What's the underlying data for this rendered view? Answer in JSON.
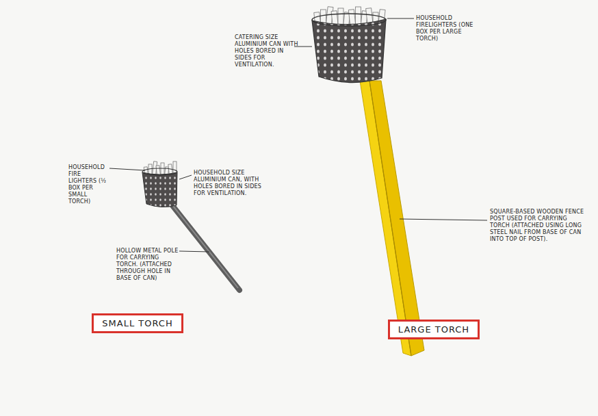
{
  "diagram": {
    "nodes": [
      {
        "text": [
          "SMALL TORCH"
        ]
      },
      {
        "text": [
          "LARGE TORCH"
        ]
      }
    ],
    "labels": [
      "HOUSEHOLD FIRE LIGHTERS (½ BOX PER SMALL TORCH)",
      "HOUSEHOLD SIZE ALUMINIUM CAN, WITH HOLES BORED IN SIDES FOR VENTILATION.",
      "HOLLOW METAL POLE FOR CARRYING TORCH. (ATTACHED THROUGH HOLE IN BASE OF CAN)",
      "CATERING SIZE ALUMINIUM CAN WITH HOLES BORED IN SIDES FOR VENTILATION.",
      "HOUSEHOLD FIRELIGHTERS (ONE BOX PER LARGE TORCH)",
      "SQUARE-BASED WOODEN FENCE POST USED FOR CARRYING TORCH (ATTACHED USING LONG STEEL NAIL FROM BASE OF CAN INTO TOP OF POST)."
    ]
  }
}
